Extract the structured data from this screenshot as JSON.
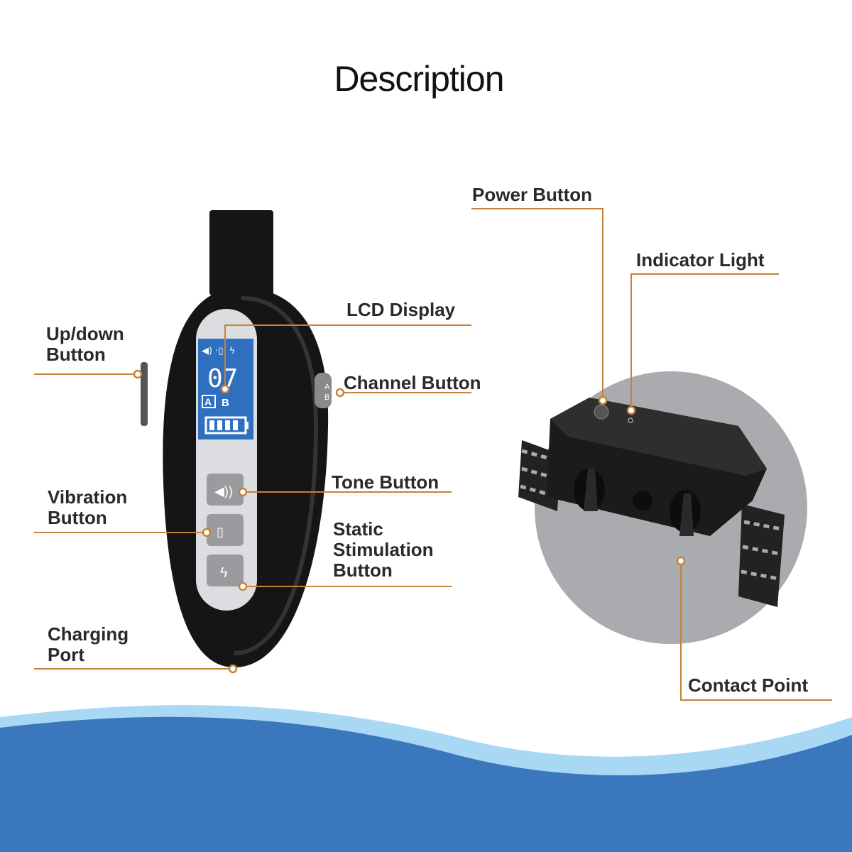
{
  "title": "Description",
  "labels": {
    "updown": [
      "Up/down",
      "Button"
    ],
    "lcd": "LCD Display",
    "channel": "Channel Button",
    "tone": "Tone Button",
    "vibration": [
      "Vibration",
      "Button"
    ],
    "static": [
      "Static",
      "Stimulation",
      "Button"
    ],
    "charging": [
      "Charging",
      "Port"
    ],
    "power": "Power Button",
    "indicator": "Indicator Light",
    "contact": "Contact Point"
  },
  "lcd_screen": {
    "digits": "07",
    "channel_a": "A",
    "channel_b": "B"
  },
  "channel_button_text": [
    "A",
    "B"
  ],
  "colors": {
    "leader": "#c4823a",
    "lcd": "#2f6fc0",
    "wave_dark": "#3a77bd",
    "wave_light": "#a9d8f5",
    "device": "#1a1a1a",
    "backdrop": "#a9abae"
  }
}
